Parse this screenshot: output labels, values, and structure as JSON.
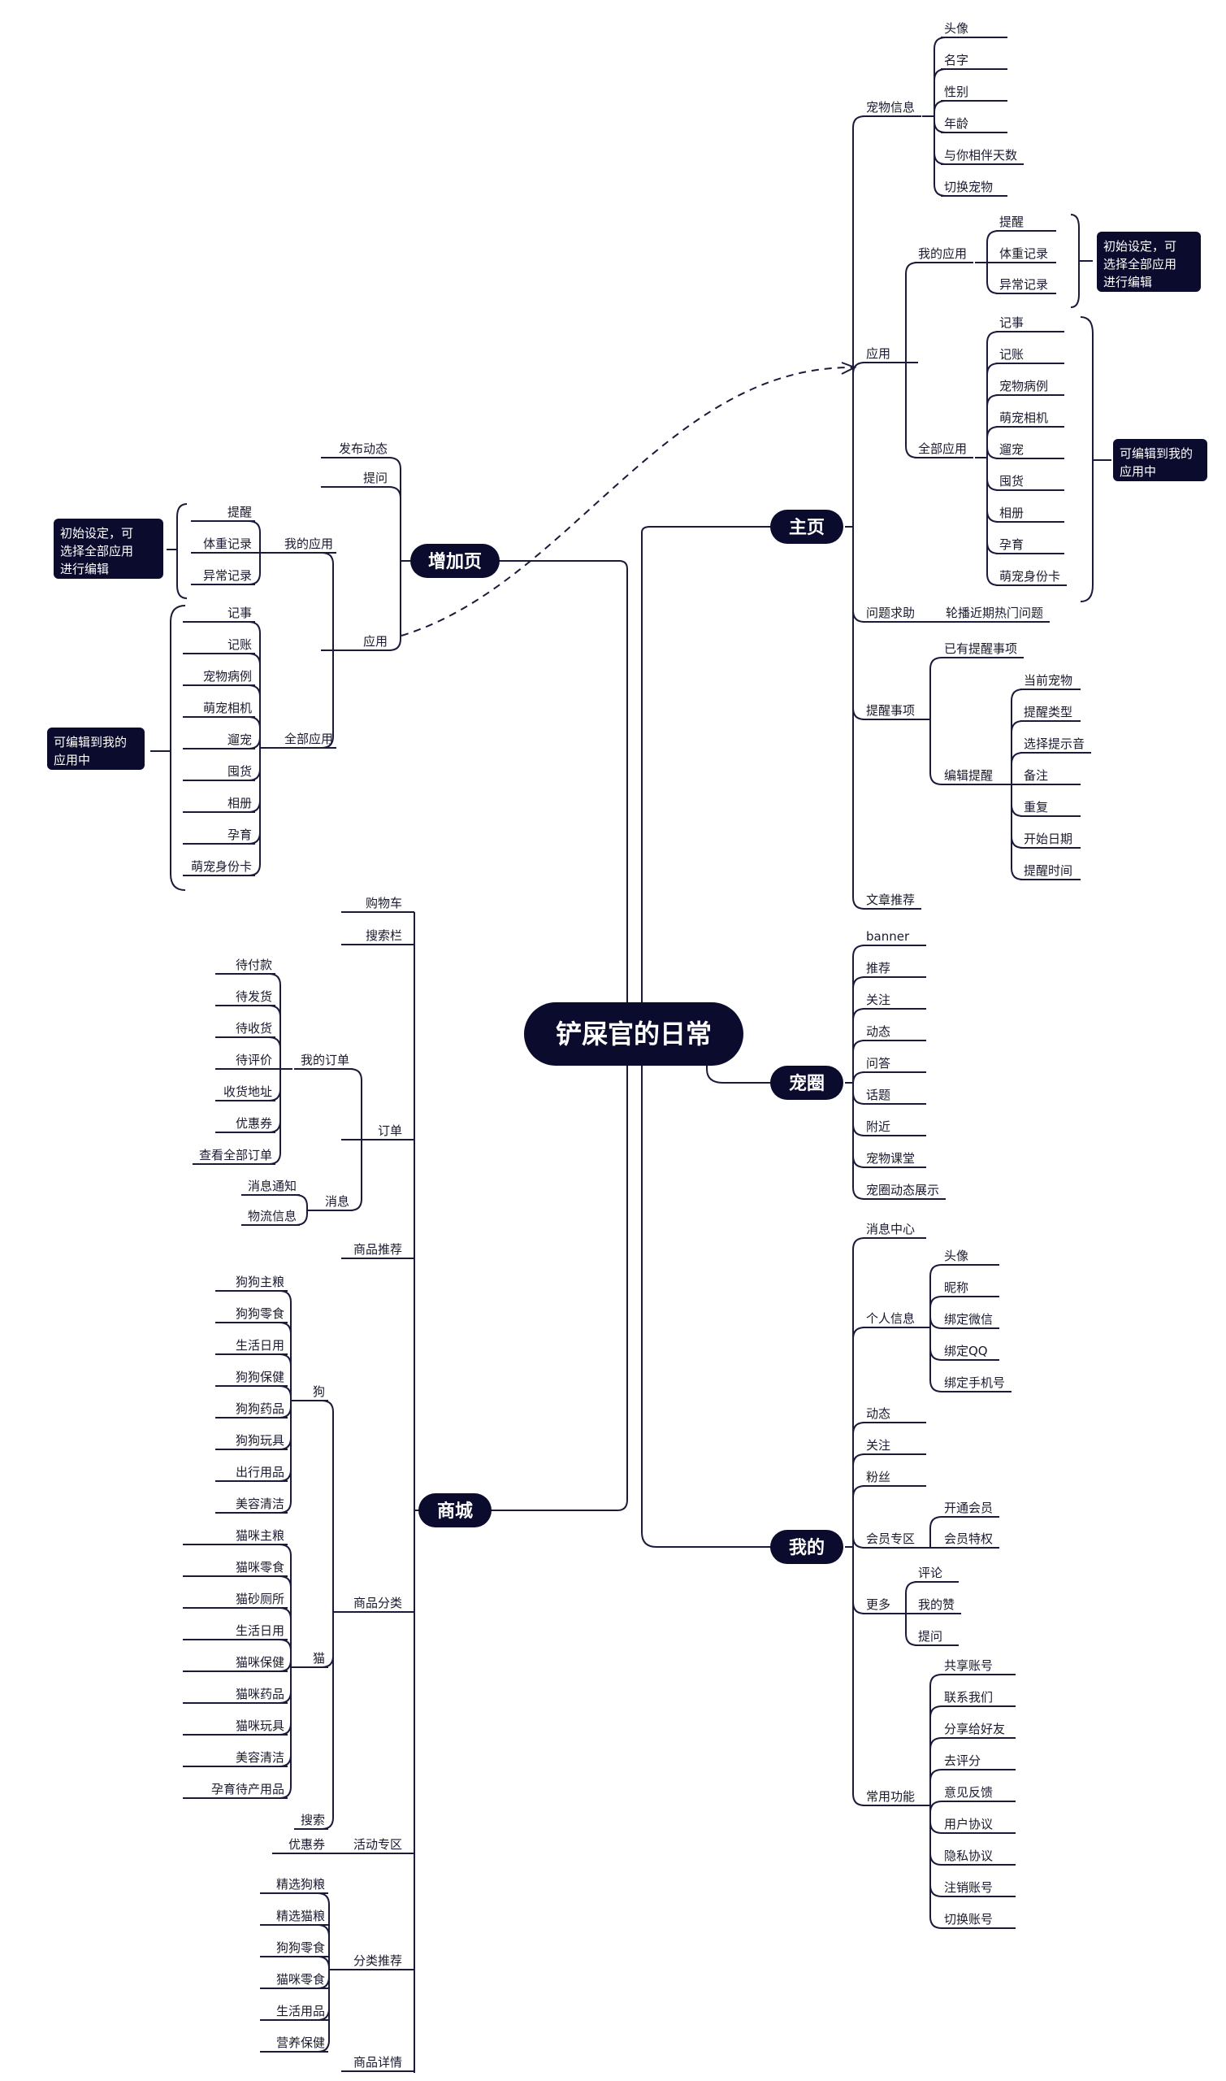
{
  "root": "铲屎官的日常",
  "colors": {
    "node_fill": "#0b0b2e",
    "line": "#1a1a3a",
    "background": "#ffffff"
  },
  "branches": {
    "zengjia": {
      "label": "增加页",
      "fabu": "发布动态",
      "tiwen": "提问",
      "yingyong": "应用",
      "wode_yingyong": "我的应用",
      "wode_items": [
        "提醒",
        "体重记录",
        "异常记录"
      ],
      "quanbu_yingyong": "全部应用",
      "quanbu_items": [
        "记事",
        "记账",
        "宠物病例",
        "萌宠相机",
        "遛宠",
        "囤货",
        "相册",
        "孕育",
        "萌宠身份卡"
      ],
      "note1": [
        "初始设定，可",
        "选择全部应用",
        "进行编辑"
      ],
      "note2": [
        "可编辑到我的",
        "应用中"
      ]
    },
    "shangcheng": {
      "label": "商城",
      "gouwuche": "购物车",
      "sousuolan": "搜索栏",
      "dingdan": "订单",
      "wode_dingdan": "我的订单",
      "dingdan_items": [
        "待付款",
        "待发货",
        "待收货",
        "待评价",
        "收货地址",
        "优惠券",
        "查看全部订单"
      ],
      "xiaoxi": "消息",
      "xiaoxi_items": [
        "消息通知",
        "物流信息"
      ],
      "shangpin_tuijian": "商品推荐",
      "shangpin_fenlei": "商品分类",
      "gou": "狗",
      "gou_items": [
        "狗狗主粮",
        "狗狗零食",
        "生活日用",
        "狗狗保健",
        "狗狗药品",
        "狗狗玩具",
        "出行用品",
        "美容清洁"
      ],
      "mao": "猫",
      "mao_items": [
        "猫咪主粮",
        "猫咪零食",
        "猫砂厕所",
        "生活日用",
        "猫咪保健",
        "猫咪药品",
        "猫咪玩具",
        "美容清洁",
        "孕育待产用品"
      ],
      "sousuo": "搜索",
      "huodong": "活动专区",
      "youhuiquan": "优惠券",
      "fenlei_tuijian": "分类推荐",
      "tuijian_items": [
        "精选狗粮",
        "精选猫粮",
        "狗狗零食",
        "猫咪零食",
        "生活用品",
        "营养保健"
      ],
      "xiangqing": "商品详情"
    },
    "zhuye": {
      "label": "主页",
      "chongwu_xinxi": "宠物信息",
      "xinxi_items": [
        "头像",
        "名字",
        "性别",
        "年龄",
        "与你相伴天数",
        "切换宠物"
      ],
      "yingyong": "应用",
      "wode_yingyong": "我的应用",
      "wode_items": [
        "提醒",
        "体重记录",
        "异常记录"
      ],
      "quanbu_yingyong": "全部应用",
      "quanbu_items": [
        "记事",
        "记账",
        "宠物病例",
        "萌宠相机",
        "遛宠",
        "囤货",
        "相册",
        "孕育",
        "萌宠身份卡"
      ],
      "note1": [
        "初始设定，可",
        "选择全部应用",
        "进行编辑"
      ],
      "note2": [
        "可编辑到我的",
        "应用中"
      ],
      "wenti": "问题求助",
      "lunbo": "轮播近期热门问题",
      "tixing": "提醒事项",
      "yiyou": "已有提醒事项",
      "bianji": "编辑提醒",
      "bianji_items": [
        "当前宠物",
        "提醒类型",
        "选择提示音",
        "备注",
        "重复",
        "开始日期",
        "提醒时间"
      ],
      "wenzhang": "文章推荐"
    },
    "chongquan": {
      "label": "宠圈",
      "items": [
        "banner",
        "推荐",
        "关注",
        "动态",
        "问答",
        "话题",
        "附近",
        "宠物课堂",
        "宠圈动态展示"
      ]
    },
    "wode": {
      "label": "我的",
      "xiaoxi": "消息中心",
      "geren": "个人信息",
      "geren_items": [
        "头像",
        "昵称",
        "绑定微信",
        "绑定QQ",
        "绑定手机号"
      ],
      "dongtai": "动态",
      "guanzhu": "关注",
      "fensi": "粉丝",
      "huiyuan": "会员专区",
      "huiyuan_items": [
        "开通会员",
        "会员特权"
      ],
      "gengduo": "更多",
      "gengduo_items": [
        "评论",
        "我的赞",
        "提问"
      ],
      "changyong": "常用功能",
      "changyong_items": [
        "共享账号",
        "联系我们",
        "分享给好友",
        "去评分",
        "意见反馈",
        "用户协议",
        "隐私协议",
        "注销账号",
        "切换账号"
      ]
    }
  }
}
